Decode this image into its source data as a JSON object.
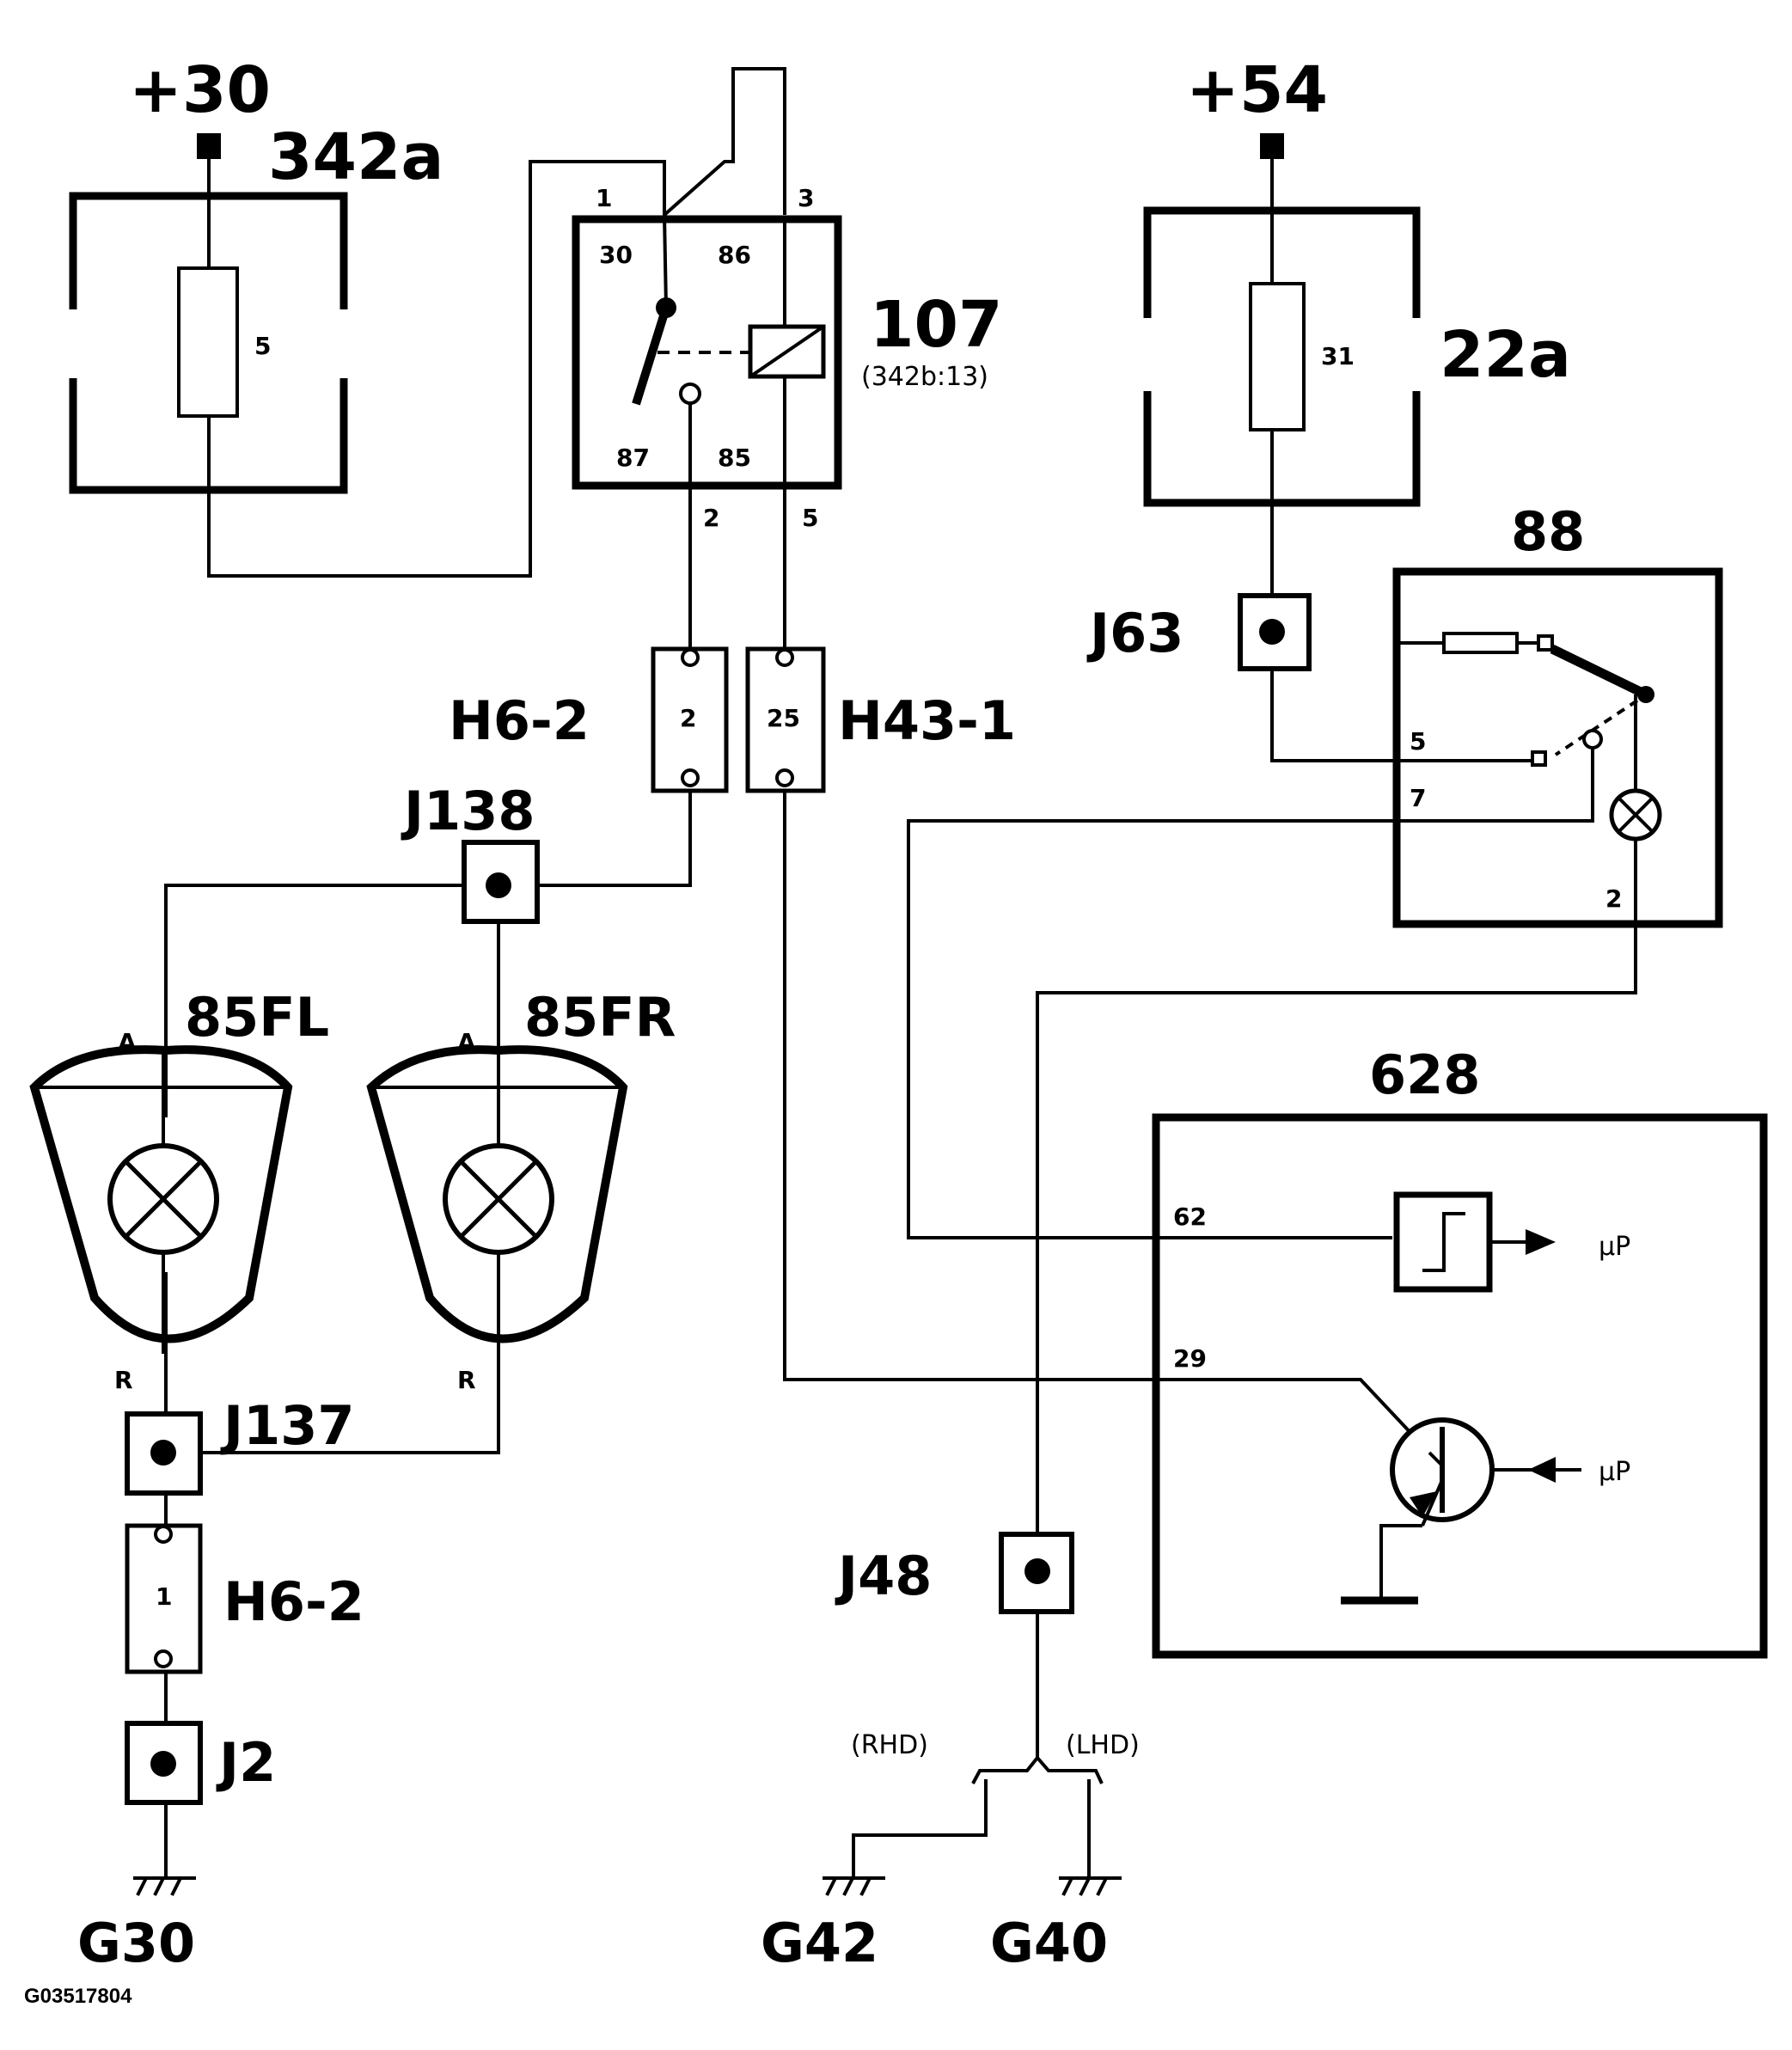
{
  "supplies": {
    "plus30": "+30",
    "plus54": "+54"
  },
  "fuse_boxes": {
    "f342a": {
      "label": "342a",
      "fuse": "5"
    },
    "f22a": {
      "label": "22a",
      "fuse": "31"
    }
  },
  "relay": {
    "label": "107",
    "sublabel": "(342b:13)",
    "pins": {
      "p1": "1",
      "p3": "3",
      "p30": "30",
      "p86": "86",
      "p87": "87",
      "p85": "85",
      "p2": "2",
      "p5": "5"
    }
  },
  "connectors": {
    "h6_2_top": {
      "label": "H6-2",
      "pin": "2"
    },
    "h43_1": {
      "label": "H43-1",
      "pin": "25"
    },
    "h6_2_bottom": {
      "label": "H6-2",
      "pin": "1"
    }
  },
  "joints": {
    "j63": "J63",
    "j138": "J138",
    "j137": "J137",
    "j2": "J2",
    "j48": "J48"
  },
  "lamps": {
    "fl": {
      "label": "85FL",
      "pin_a": "A",
      "pin_b": "R"
    },
    "fr": {
      "label": "85FR",
      "pin_a": "A",
      "pin_b": "R"
    }
  },
  "switch88": {
    "label": "88",
    "pin5": "5",
    "pin7": "7",
    "pin2": "2"
  },
  "module628": {
    "label": "628",
    "pin62": "62",
    "pin29": "29",
    "out1": "µP",
    "out2": "µP"
  },
  "grounds": {
    "g30": "G30",
    "g42": "G42",
    "g40": "G40"
  },
  "variants": {
    "rhd": "(RHD)",
    "lhd": "(LHD)"
  },
  "figure_id": "G03517804"
}
